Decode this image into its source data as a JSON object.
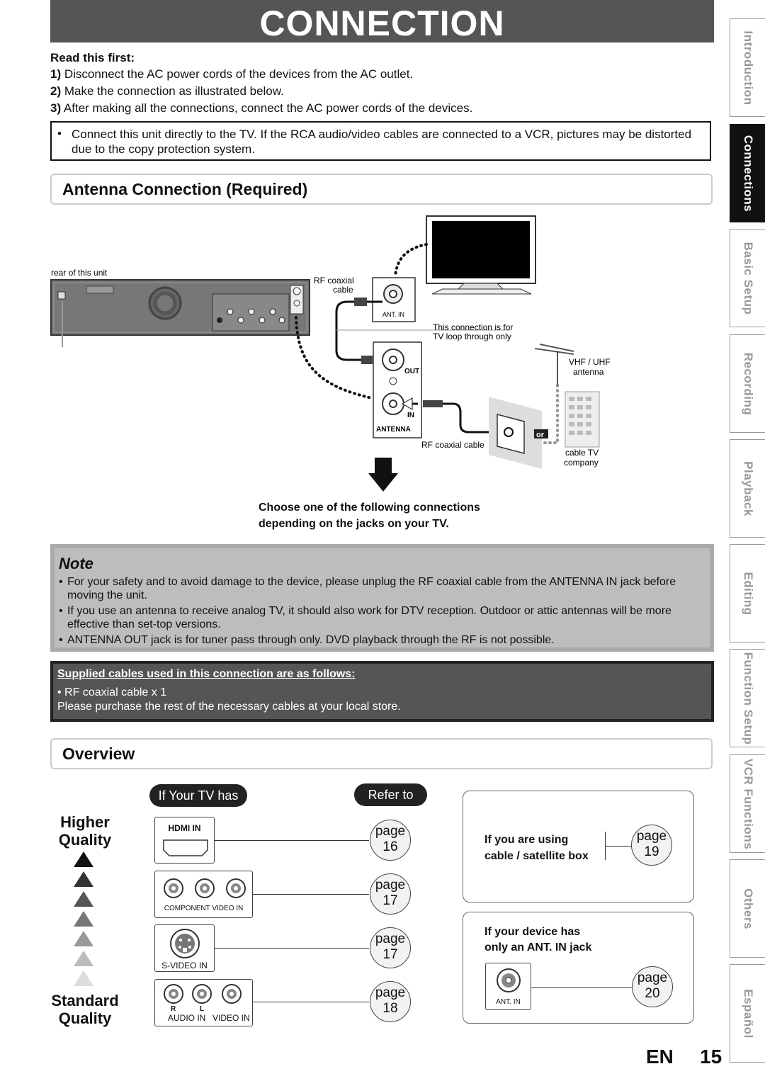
{
  "header": {
    "title": "CONNECTION"
  },
  "read_first": {
    "heading": "Read this first:",
    "steps": [
      {
        "num": "1)",
        "text": "Disconnect the AC power cords of the devices from the AC outlet."
      },
      {
        "num": "2)",
        "text": "Make the connection as illustrated below."
      },
      {
        "num": "3)",
        "text": "After making all the connections, connect the AC power cords of the devices."
      }
    ]
  },
  "warning": {
    "bullet": "•",
    "text": "Connect this unit directly to the TV. If the RCA audio/video cables are connected to a VCR, pictures may be distorted due to the copy protection system."
  },
  "antenna_section": {
    "title": "Antenna Connection (Required)",
    "labels": {
      "rear": "rear of this unit",
      "rf_coaxial": "RF coaxial",
      "cable": "cable",
      "ant_in": "ANT. IN",
      "loop_1": "This connection is for",
      "loop_2": "TV loop through only",
      "vhf_1": "VHF / UHF",
      "vhf_2": "antenna",
      "out": "OUT",
      "in": "IN",
      "antenna": "ANTENNA",
      "rf_coaxial_cable": "RF coaxial cable",
      "or": "or",
      "cable_tv_1": "cable TV",
      "cable_tv_2": "company"
    },
    "choose_1": "Choose one of the following connections",
    "choose_2": "depending on the jacks on your TV."
  },
  "note": {
    "title": "Note",
    "bullet": "•",
    "items": [
      "For your safety and to avoid damage to the device, please unplug the RF coaxial cable from the ANTENNA IN jack before moving the unit.",
      "If you use an antenna to receive analog TV, it should also work for DTV reception. Outdoor or attic antennas will be more effective than set-top versions.",
      "ANTENNA OUT jack is for tuner pass through only. DVD playback through the RF is not possible."
    ]
  },
  "supplied": {
    "heading": "Supplied cables used in this connection are as follows:",
    "item": "• RF coaxial cable x 1",
    "note": "Please purchase the rest of the necessary cables at your local store."
  },
  "overview": {
    "title": "Overview",
    "if_tv_has": "If Your TV has",
    "refer_to": "Refer to",
    "higher": [
      "Higher",
      "Quality"
    ],
    "standard": [
      "Standard",
      "Quality"
    ],
    "jacks": [
      {
        "label": "HDMI IN",
        "page_word": "page",
        "page_num": "16"
      },
      {
        "label": "COMPONENT VIDEO IN",
        "page_word": "page",
        "page_num": "17"
      },
      {
        "label": "S-VIDEO IN",
        "page_word": "page",
        "page_num": "17"
      },
      {
        "label_r": "R",
        "label_l": "L",
        "label_audio": "AUDIO IN",
        "label_video": "VIDEO IN",
        "page_word": "page",
        "page_num": "18"
      }
    ],
    "cable_box": {
      "line1": "If you are using",
      "line2": "cable / satellite box",
      "page_word": "page",
      "page_num": "19"
    },
    "ant_only": {
      "line1": "If your device has",
      "line2": "only an ANT. IN jack",
      "jack": "ANT. IN",
      "page_word": "page",
      "page_num": "20"
    }
  },
  "sidebar": {
    "tabs": [
      "Introduction",
      "Connections",
      "Basic Setup",
      "Recording",
      "Playback",
      "Editing",
      "Function Setup",
      "VCR Functions",
      "Others",
      "Español"
    ],
    "active": "Connections"
  },
  "footer": {
    "lang": "EN",
    "page": "15"
  }
}
